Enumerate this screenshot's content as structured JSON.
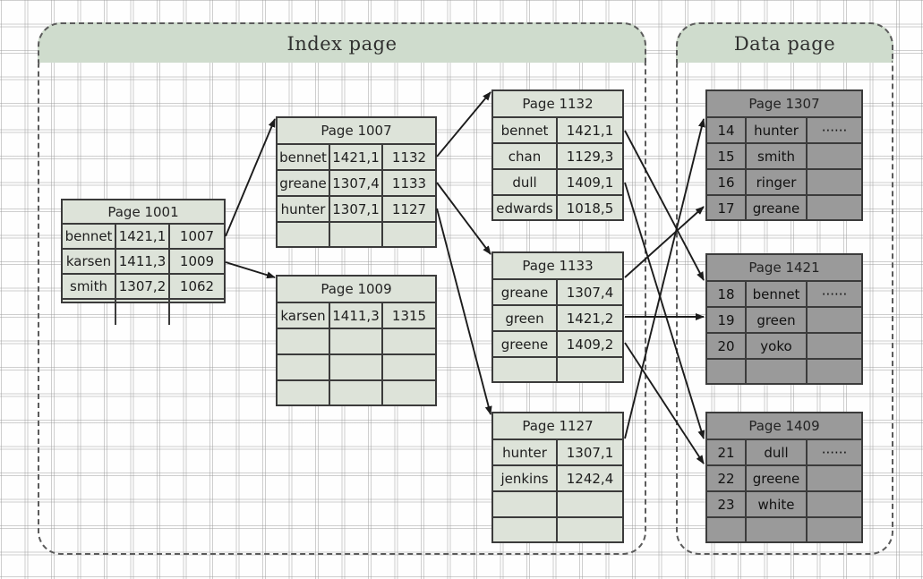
{
  "groups": [
    {
      "name": "index-page-group",
      "label": "Index page"
    },
    {
      "name": "data-page-group",
      "label": "Data page"
    }
  ],
  "colors": {
    "index_fill": "#dde3d9",
    "data_fill": "#9a9a9a",
    "group_header_fill": "#cfdccd",
    "border": "#3b3b3b",
    "grid": "#969696"
  },
  "index_pages": [
    {
      "id": "page-1001",
      "title": "Page 1001",
      "columns": 3,
      "rows": [
        [
          "bennet",
          "1421,1",
          "1007"
        ],
        [
          "karsen",
          "1411,3",
          "1009"
        ],
        [
          "smith",
          "1307,2",
          "1062"
        ],
        [
          "",
          "",
          ""
        ]
      ]
    },
    {
      "id": "page-1007",
      "title": "Page 1007",
      "columns": 3,
      "rows": [
        [
          "bennet",
          "1421,1",
          "1132"
        ],
        [
          "greane",
          "1307,4",
          "1133"
        ],
        [
          "hunter",
          "1307,1",
          "1127"
        ],
        [
          "",
          "",
          ""
        ]
      ]
    },
    {
      "id": "page-1009",
      "title": "Page 1009",
      "columns": 3,
      "rows": [
        [
          "karsen",
          "1411,3",
          "1315"
        ],
        [
          "",
          "",
          ""
        ],
        [
          "",
          "",
          ""
        ],
        [
          "",
          "",
          ""
        ]
      ]
    },
    {
      "id": "page-1132",
      "title": "Page 1132",
      "columns": 2,
      "rows": [
        [
          "bennet",
          "1421,1"
        ],
        [
          "chan",
          "1129,3"
        ],
        [
          "dull",
          "1409,1"
        ],
        [
          "edwards",
          "1018,5"
        ]
      ]
    },
    {
      "id": "page-1133",
      "title": "Page 1133",
      "columns": 2,
      "rows": [
        [
          "greane",
          "1307,4"
        ],
        [
          "green",
          "1421,2"
        ],
        [
          "greene",
          "1409,2"
        ],
        [
          "",
          ""
        ]
      ]
    },
    {
      "id": "page-1127",
      "title": "Page 1127",
      "columns": 2,
      "rows": [
        [
          "hunter",
          "1307,1"
        ],
        [
          "jenkins",
          "1242,4"
        ],
        [
          "",
          ""
        ],
        [
          "",
          ""
        ]
      ]
    }
  ],
  "data_pages": [
    {
      "id": "page-1307",
      "title": "Page 1307",
      "columns": 3,
      "rows": [
        [
          "14",
          "hunter",
          "······"
        ],
        [
          "15",
          "smith",
          ""
        ],
        [
          "16",
          "ringer",
          ""
        ],
        [
          "17",
          "greane",
          ""
        ]
      ]
    },
    {
      "id": "page-1421",
      "title": "Page 1421",
      "columns": 3,
      "rows": [
        [
          "18",
          "bennet",
          "······"
        ],
        [
          "19",
          "green",
          ""
        ],
        [
          "20",
          "yoko",
          ""
        ],
        [
          "",
          "",
          ""
        ]
      ]
    },
    {
      "id": "page-1409",
      "title": "Page 1409",
      "columns": 3,
      "rows": [
        [
          "21",
          "dull",
          "······"
        ],
        [
          "22",
          "greene",
          ""
        ],
        [
          "23",
          "white",
          ""
        ],
        [
          "",
          "",
          ""
        ]
      ]
    }
  ]
}
